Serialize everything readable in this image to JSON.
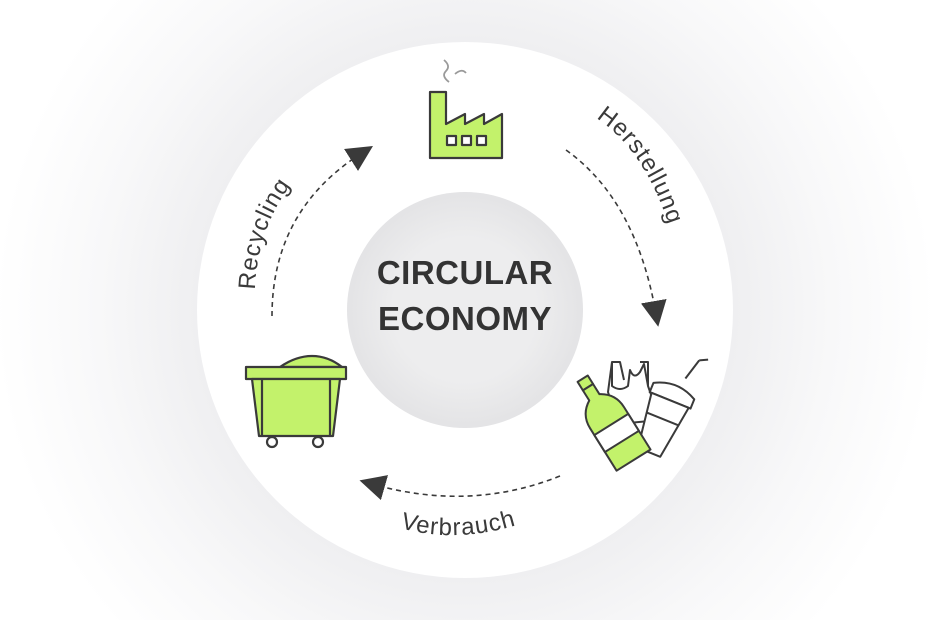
{
  "title": {
    "line1": "CIRCULAR",
    "line2": "ECONOMY"
  },
  "stages": {
    "manufacturing": "Herstellung",
    "consumption": "Verbrauch",
    "recycling": "Recycling"
  },
  "icons": {
    "top": "factory-icon",
    "right": "products-icon",
    "left": "waste-container-icon"
  },
  "colors": {
    "accent": "#c3f26b",
    "outline": "#3a3a3a",
    "text": "#333333",
    "ring": "#ffffff",
    "hub": "#ececee",
    "background": "#f2f2f4"
  }
}
